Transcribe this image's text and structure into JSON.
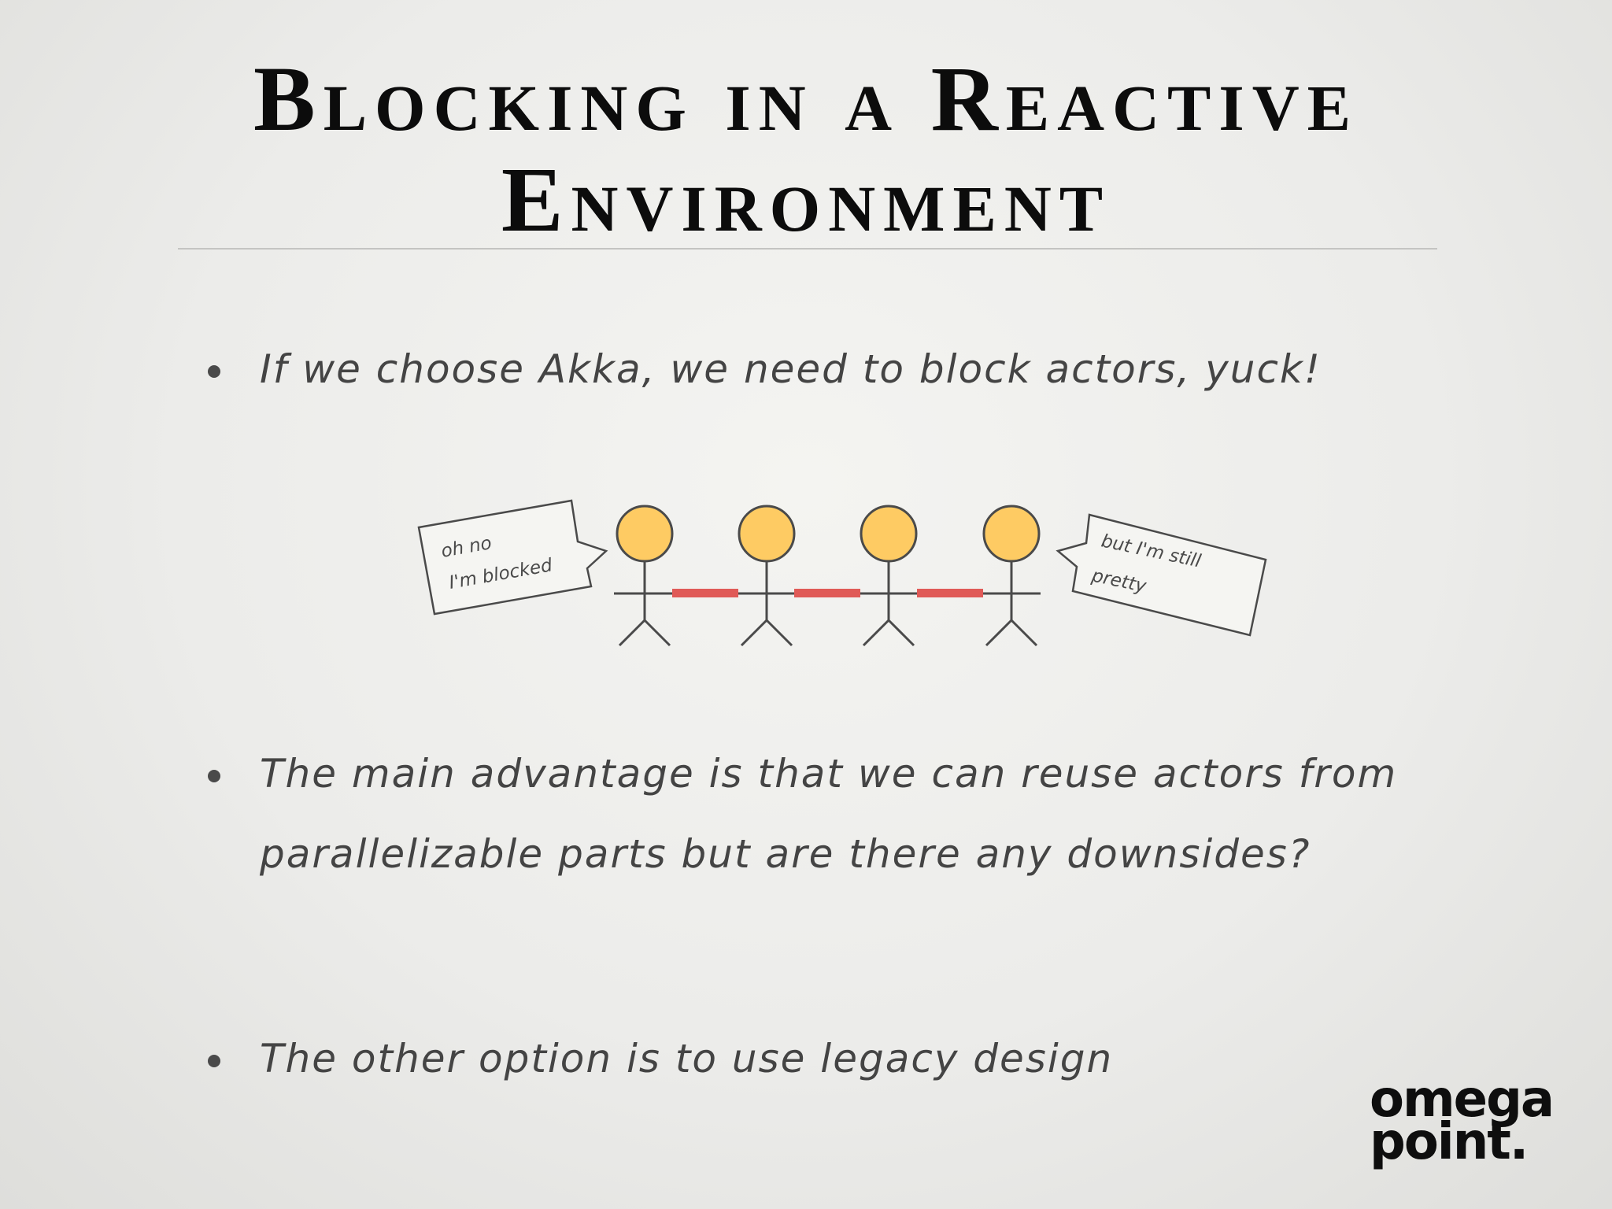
{
  "slide": {
    "title_line1": "Blocking in a Reactive",
    "title_line2": "Environment",
    "bullets": [
      "If we choose Akka, we need to block actors, yuck!",
      "The main advantage is that we can reuse actors from parallelizable parts but are there any downsides?",
      "The other option is to use legacy design"
    ]
  },
  "illustration": {
    "left_bubble_line1": "oh no",
    "left_bubble_line2": "I'm blocked",
    "right_bubble_line1": "but I'm still",
    "right_bubble_line2": "pretty",
    "head_color": "#fecb63",
    "link_color": "#e05a57",
    "stroke_color": "#4a4a4a"
  },
  "logo": {
    "line1": "omega",
    "line2": "point."
  }
}
